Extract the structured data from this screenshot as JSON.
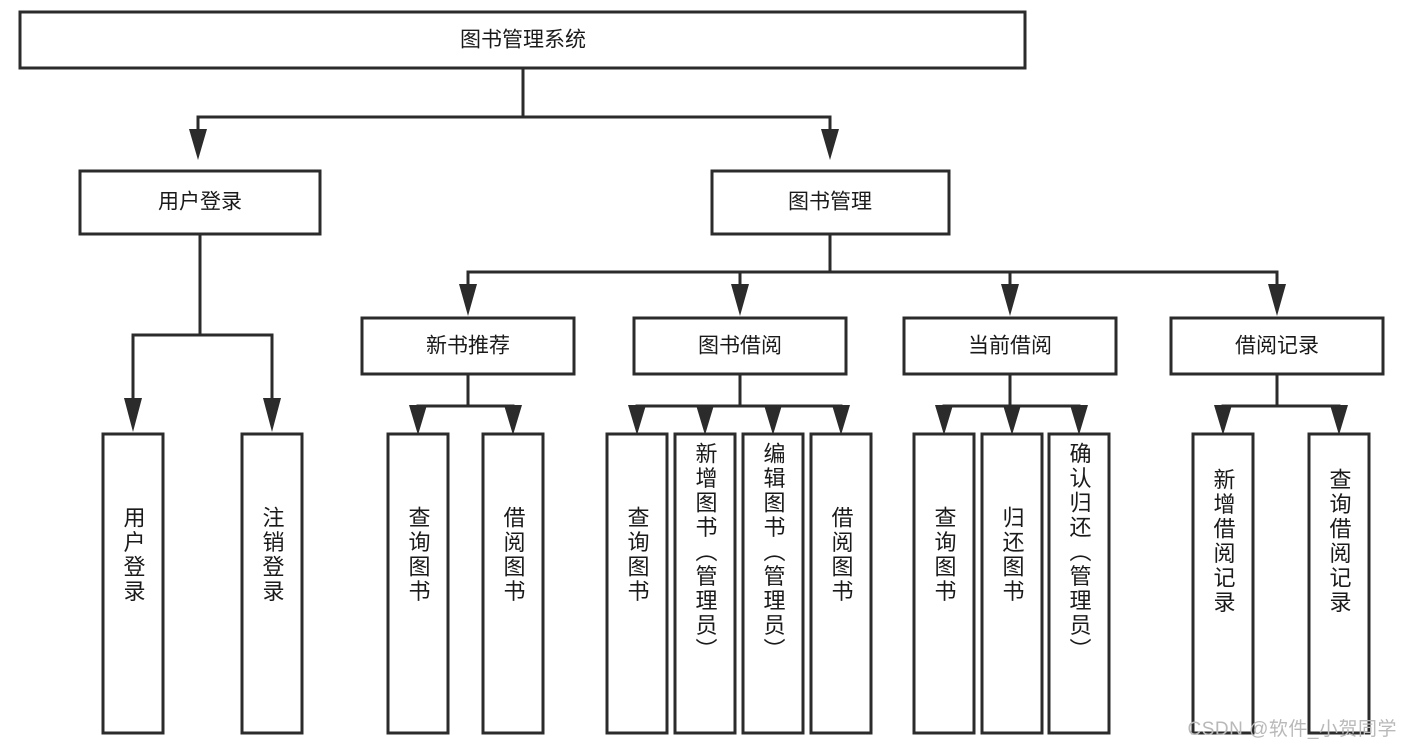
{
  "diagram": {
    "title": "图书管理系统",
    "type": "hierarchy-tree",
    "watermark": "CSDN @软件_小贺同学",
    "colors": {
      "stroke": "#2b2b2b",
      "fill": "#ffffff",
      "text": "#1a1a1a",
      "watermark": "#b9b9b9",
      "background": "#ffffff"
    },
    "levels": {
      "root": {
        "label": "图书管理系统"
      },
      "level2": [
        {
          "label": "用户登录"
        },
        {
          "label": "图书管理"
        }
      ],
      "level3": [
        {
          "label": "新书推荐"
        },
        {
          "label": "图书借阅"
        },
        {
          "label": "当前借阅"
        },
        {
          "label": "借阅记录"
        }
      ],
      "level4": {
        "user_login": [
          {
            "label": "用户登录"
          },
          {
            "label": "注销登录"
          }
        ],
        "new_book_recommend": [
          {
            "label": "查询图书"
          },
          {
            "label": "借阅图书"
          }
        ],
        "book_borrow": [
          {
            "label": "查询图书"
          },
          {
            "label": "新增图书（管理员）"
          },
          {
            "label": "编辑图书（管理员）"
          },
          {
            "label": "借阅图书"
          }
        ],
        "current_borrow": [
          {
            "label": "查询图书"
          },
          {
            "label": "归还图书"
          },
          {
            "label": "确认归还（管理员）"
          }
        ],
        "borrow_record": [
          {
            "label": "新增借阅记录"
          },
          {
            "label": "查询借阅记录"
          }
        ]
      }
    }
  }
}
